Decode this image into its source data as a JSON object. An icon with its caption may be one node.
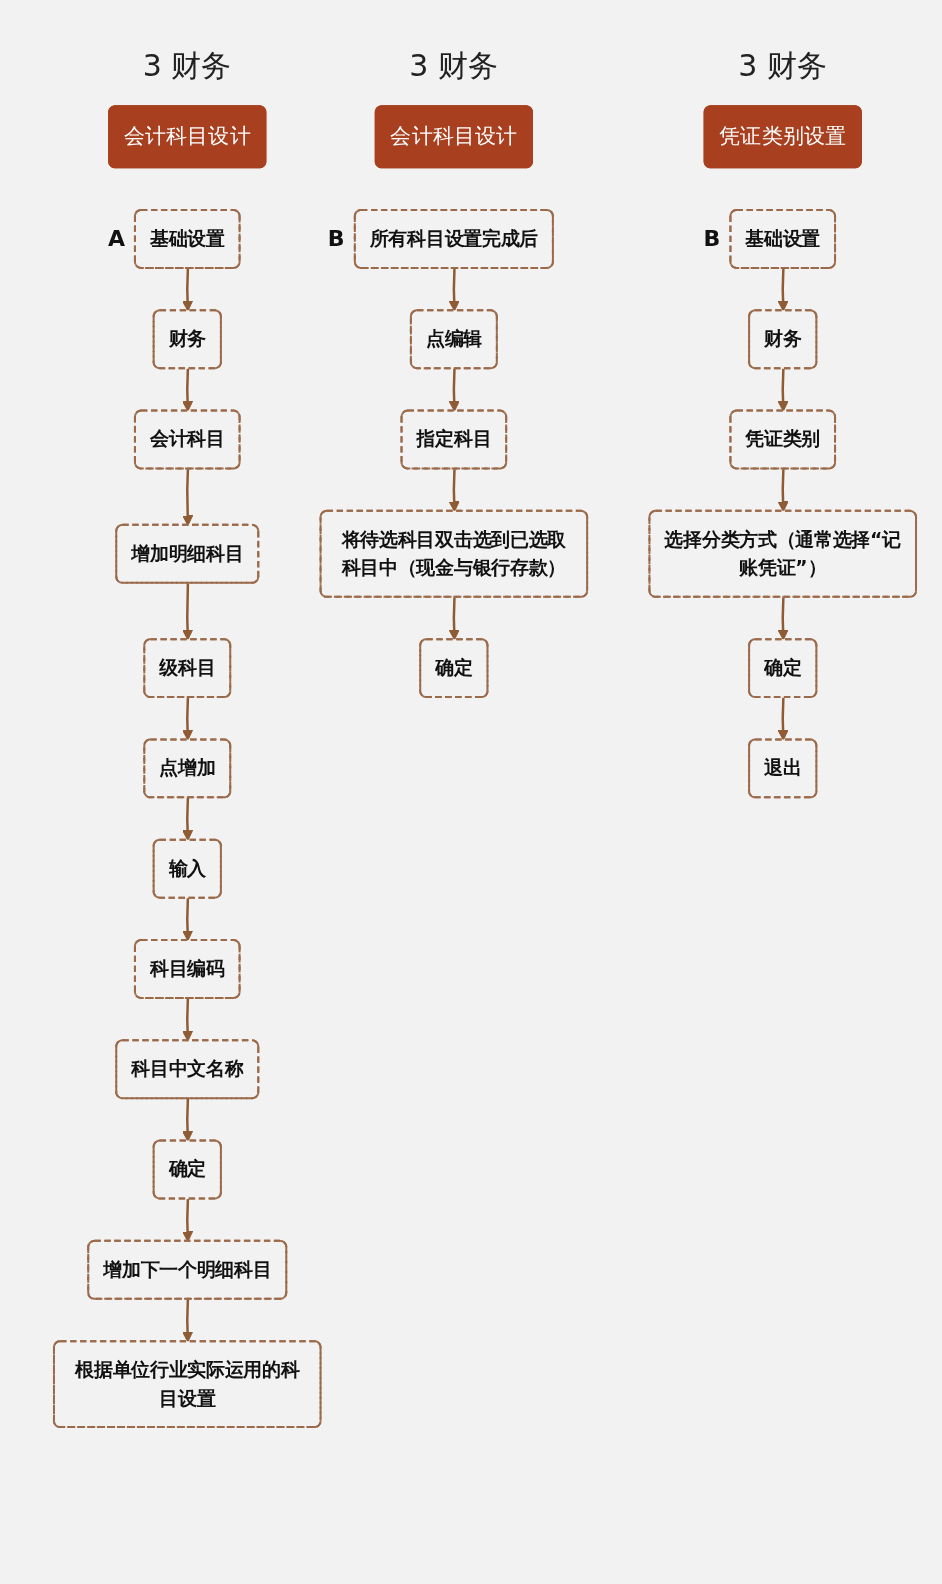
{
  "diagram": {
    "title": "3 财务",
    "nodes": [
      {
        "text": [
          "会计科目设计"
        ]
      },
      {
        "text": [
          "基础设置"
        ]
      },
      {
        "text": [
          "财务"
        ]
      },
      {
        "text": [
          "会计科目"
        ]
      },
      {
        "text": [
          "增加明细科目"
        ]
      },
      {
        "text": [
          "级科目"
        ]
      },
      {
        "text": [
          "点增加"
        ]
      },
      {
        "text": [
          "输入"
        ]
      },
      {
        "text": [
          "科目编码"
        ]
      },
      {
        "text": [
          "科目中文名称"
        ]
      },
      {
        "text": [
          "确定"
        ]
      },
      {
        "text": [
          "增加下一个明细科目"
        ]
      },
      {
        "text": [
          "根据单位行业实际运用的科目设置"
        ]
      },
      {
        "text": [
          "会计科目设计"
        ]
      },
      {
        "text": [
          "所有科目设置完成后"
        ]
      },
      {
        "text": [
          "点编辑"
        ]
      },
      {
        "text": [
          "指定科目"
        ]
      },
      {
        "text": [
          "将待选科目双击选到已选取科目中（现金与银行存款）"
        ]
      },
      {
        "text": [
          "确定"
        ]
      },
      {
        "text": [
          "凭证类别设置"
        ]
      },
      {
        "text": [
          "基础设置"
        ]
      },
      {
        "text": [
          "财务"
        ]
      },
      {
        "text": [
          "凭证类别"
        ]
      },
      {
        "text": [
          "选择分类方式（通常选择“记账凭证”）"
        ]
      },
      {
        "text": [
          "确定"
        ]
      },
      {
        "text": [
          "退出"
        ]
      }
    ],
    "edges": [
      {
        "from": 1,
        "to": 2,
        "arrow": "to"
      },
      {
        "from": 2,
        "to": 3,
        "arrow": "to"
      },
      {
        "from": 3,
        "to": 4,
        "arrow": "to"
      },
      {
        "from": 4,
        "to": 5,
        "arrow": "to"
      },
      {
        "from": 5,
        "to": 6,
        "arrow": "to"
      },
      {
        "from": 6,
        "to": 7,
        "arrow": "to"
      },
      {
        "from": 7,
        "to": 8,
        "arrow": "to"
      },
      {
        "from": 8,
        "to": 9,
        "arrow": "to"
      },
      {
        "from": 9,
        "to": 10,
        "arrow": "to"
      },
      {
        "from": 10,
        "to": 11,
        "arrow": "to"
      },
      {
        "from": 11,
        "to": 12,
        "arrow": "to"
      },
      {
        "from": 14,
        "to": 15,
        "arrow": "to"
      },
      {
        "from": 15,
        "to": 16,
        "arrow": "to"
      },
      {
        "from": 16,
        "to": 17,
        "arrow": "to"
      },
      {
        "from": 17,
        "to": 18,
        "arrow": "to"
      },
      {
        "from": 20,
        "to": 21,
        "arrow": "to"
      },
      {
        "from": 21,
        "to": 22,
        "arrow": "to"
      },
      {
        "from": 22,
        "to": 23,
        "arrow": "to"
      },
      {
        "from": 23,
        "to": 24,
        "arrow": "to"
      },
      {
        "from": 24,
        "to": 25,
        "arrow": "to"
      }
    ],
    "labels": [
      "A",
      "3 财务",
      "B",
      "3 财务",
      "B"
    ]
  }
}
